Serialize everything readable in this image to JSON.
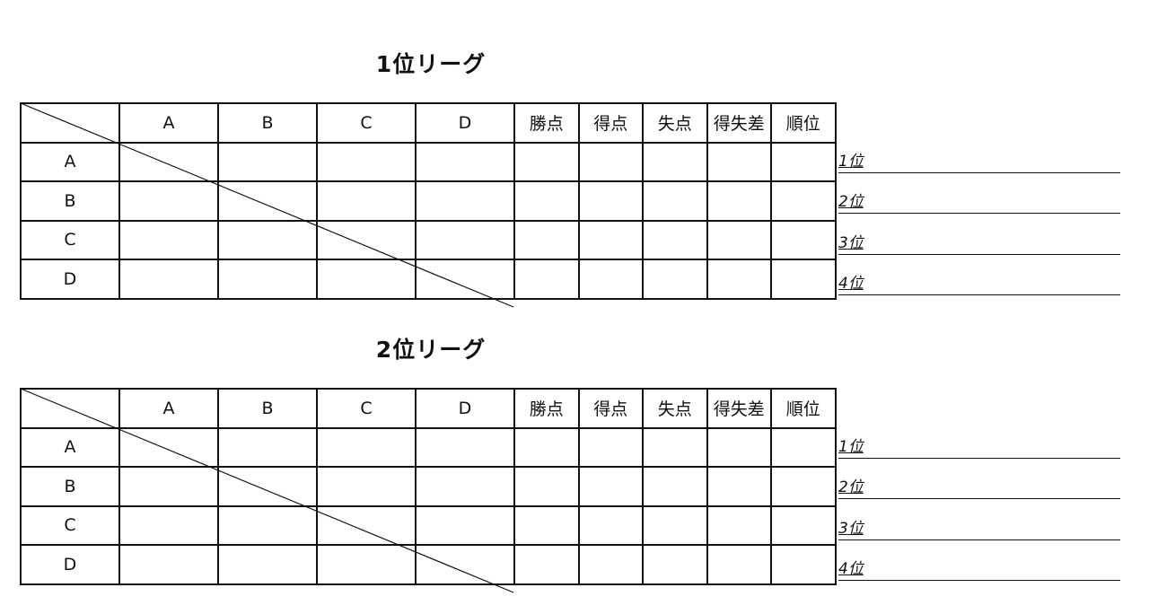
{
  "leagues": [
    {
      "title": "1位リーグ",
      "corner": "",
      "columns": [
        "A",
        "B",
        "C",
        "D",
        "勝点",
        "得点",
        "失点",
        "得失差",
        "順位"
      ],
      "rows": [
        "A",
        "B",
        "C",
        "D"
      ],
      "ranks": [
        "1位",
        "2位",
        "3位",
        "4位"
      ]
    },
    {
      "title": "2位リーグ",
      "corner": "",
      "columns": [
        "A",
        "B",
        "C",
        "D",
        "勝点",
        "得点",
        "失点",
        "得失差",
        "順位"
      ],
      "rows": [
        "A",
        "B",
        "C",
        "D"
      ],
      "ranks": [
        "1位",
        "2位",
        "3位",
        "4位"
      ]
    }
  ]
}
